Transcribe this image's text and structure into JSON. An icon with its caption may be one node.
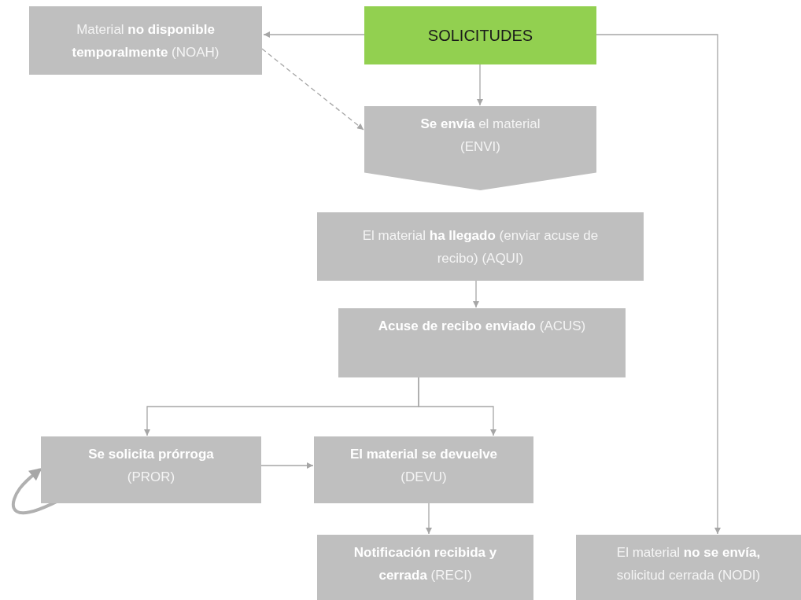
{
  "diagram": {
    "nodes": [
      {
        "text": [
          "SOLICITUDES"
        ]
      },
      {
        "text": [
          "Material **no disponible temporalmente** (NOAH)"
        ]
      },
      {
        "text": [
          "**Se envía** el material (ENVI)"
        ]
      },
      {
        "text": [
          "El material **ha llegado** (enviar acuse de recibo) (AQUI)"
        ]
      },
      {
        "text": [
          "**Acuse de recibo enviado** (ACUS)"
        ]
      },
      {
        "text": [
          "**Se solicita prórroga** (PROR)"
        ]
      },
      {
        "text": [
          "**El material se devuelve** (DEVU)"
        ]
      },
      {
        "text": [
          "**Notificación recibida y cerrada** (RECI)"
        ]
      },
      {
        "text": [
          "El material **no se envía,** solicitud cerrada (NODI)"
        ]
      }
    ],
    "edges": [
      {
        "from": 0,
        "to": 1,
        "arrow": "to"
      },
      {
        "from": 0,
        "to": 2,
        "arrow": "to"
      },
      {
        "from": 1,
        "to": 2,
        "arrow": "to",
        "style": "dashed"
      },
      {
        "from": 0,
        "to": 8,
        "arrow": "to"
      },
      {
        "from": 3,
        "to": 4,
        "arrow": "to"
      },
      {
        "from": 4,
        "to": 5,
        "arrow": "to"
      },
      {
        "from": 4,
        "to": 6,
        "arrow": "to"
      },
      {
        "from": 5,
        "to": 6,
        "arrow": "to"
      },
      {
        "from": 6,
        "to": 7,
        "arrow": "to"
      },
      {
        "from": 5,
        "to": 5,
        "arrow": "to",
        "style": "thick"
      }
    ]
  }
}
